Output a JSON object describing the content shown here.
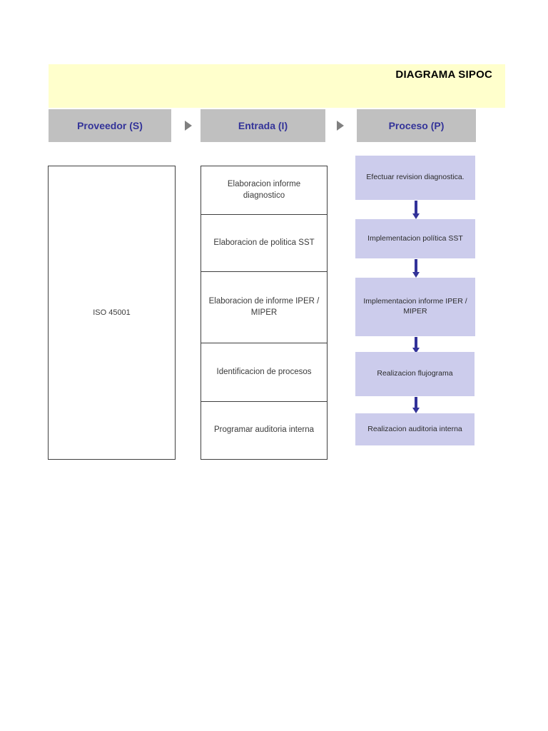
{
  "title": "DIAGRAMA SIPOC",
  "theme": {
    "title_bar_bg": "#ffffcc",
    "header_bg": "#c0c0c0",
    "header_text": "#333399",
    "process_box_bg": "#ccccec",
    "arrow_color": "#333399",
    "separator_color": "#808080",
    "border_color": "#3f3f3f",
    "page_bg": "#ffffff"
  },
  "columns": [
    {
      "key": "proveedor",
      "header": "Proveedor (S)",
      "items": [
        "ISO 45001"
      ]
    },
    {
      "key": "entrada",
      "header": "Entrada (I)",
      "items": [
        "Elaboracion informe diagnostico",
        "Elaboracion de politica SST",
        "Elaboracion de informe IPER / MIPER",
        "Identificacion de procesos",
        "Programar auditoria interna"
      ]
    },
    {
      "key": "proceso",
      "header": "Proceso (P)",
      "items": [
        "Efectuar revision diagnostica.",
        "Implementacion política SST",
        "Implementacion informe IPER / MIPER",
        "Realizacion flujograma",
        "Realizacion auditoria interna"
      ]
    }
  ],
  "separators": [
    {
      "name": "separator-proveedor-entrada",
      "icon": "triangle-right-icon"
    },
    {
      "name": "separator-entrada-proceso",
      "icon": "triangle-right-icon"
    }
  ],
  "flow_arrows": [
    {
      "name": "flow-arrow-1",
      "icon": "arrow-down-icon"
    },
    {
      "name": "flow-arrow-2",
      "icon": "arrow-down-icon"
    },
    {
      "name": "flow-arrow-3",
      "icon": "arrow-down-icon"
    },
    {
      "name": "flow-arrow-4",
      "icon": "arrow-down-icon"
    }
  ]
}
